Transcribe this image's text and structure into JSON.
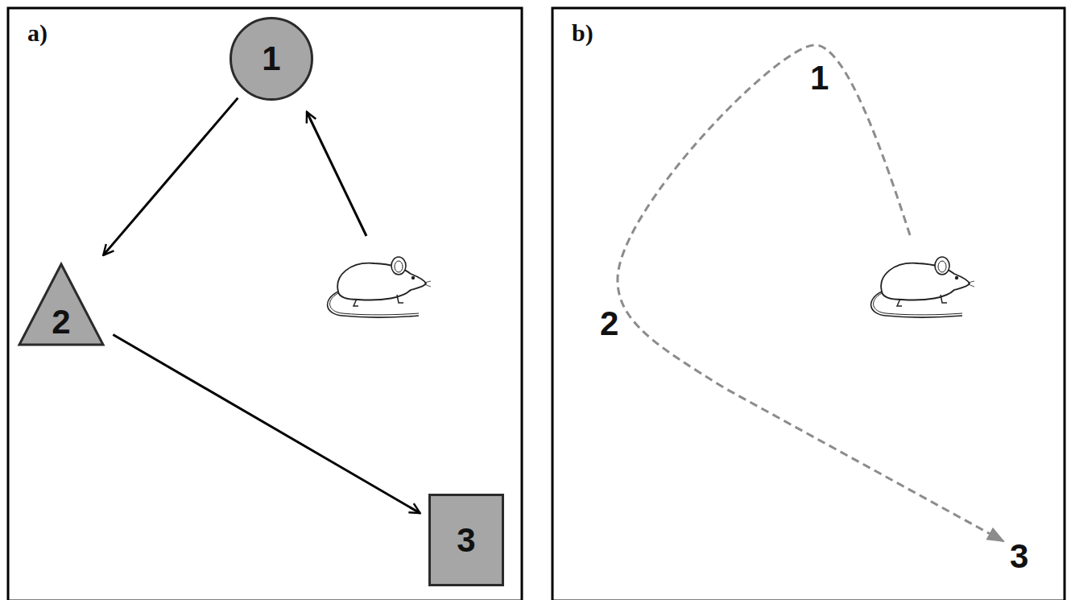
{
  "diagram": {
    "nodes": [
      {
        "text": [
          "1"
        ]
      },
      {
        "text": [
          "2"
        ]
      },
      {
        "text": [
          "3"
        ]
      }
    ],
    "edges": [
      {
        "from": 0,
        "to": 1,
        "arrow": "to"
      },
      {
        "from": 1,
        "to": 2,
        "arrow": "to"
      }
    ],
    "labels": [
      "a)",
      "b)",
      "1",
      "2",
      "3"
    ]
  }
}
